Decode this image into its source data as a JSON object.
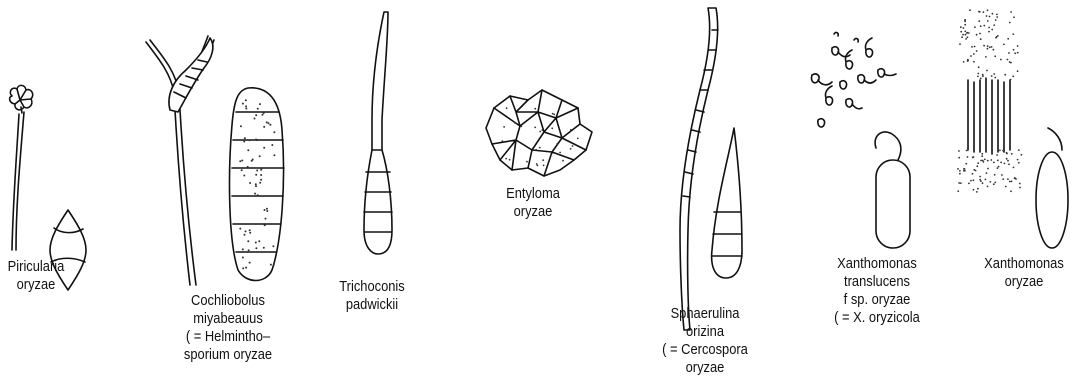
{
  "figure": {
    "organisms": [
      {
        "id": "piricularia",
        "lines": [
          "Piricularia",
          "oryzae"
        ]
      },
      {
        "id": "cochliobolus",
        "lines": [
          "Cochliobolus",
          "miyabeauus",
          "( = Helmintho–",
          "sporium oryzae"
        ]
      },
      {
        "id": "trichoconis",
        "lines": [
          "Trichoconis",
          "padwickii"
        ]
      },
      {
        "id": "entyloma",
        "lines": [
          "Entyloma",
          "oryzae"
        ]
      },
      {
        "id": "sphaerulina",
        "lines": [
          "Sphaerulina",
          "orizina",
          "( = Cercospora",
          "oryzae"
        ]
      },
      {
        "id": "xanthomonas-translucens",
        "lines": [
          "Xanthomonas",
          "translucens",
          "f sp. oryzae",
          "( = X. oryzicola"
        ]
      },
      {
        "id": "xanthomonas-oryzae",
        "lines": [
          "Xanthomonas",
          "oryzae"
        ]
      }
    ]
  }
}
